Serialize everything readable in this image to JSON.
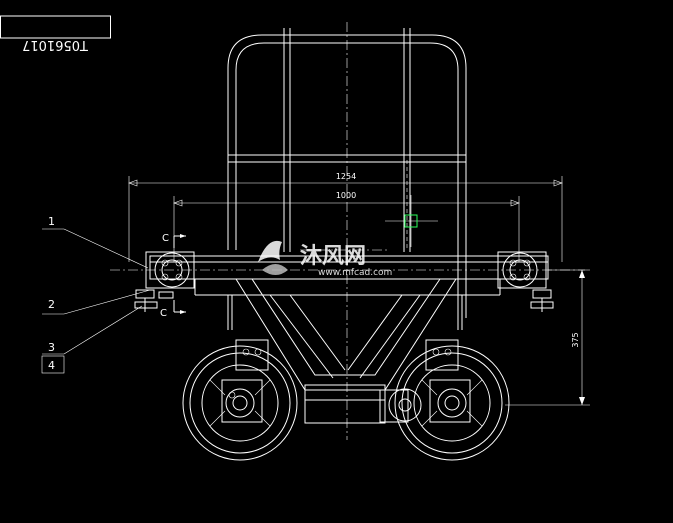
{
  "title_block": {
    "drawing_number": "T0561017"
  },
  "dimensions": {
    "overall_width": "1254",
    "wheel_span": "1000",
    "height": "375"
  },
  "section_marks": {
    "top": "C",
    "bottom": "C"
  },
  "balloons": [
    "1",
    "2",
    "3",
    "4"
  ],
  "watermark": {
    "name": "沐风网",
    "url": "www.mfcad.com"
  }
}
